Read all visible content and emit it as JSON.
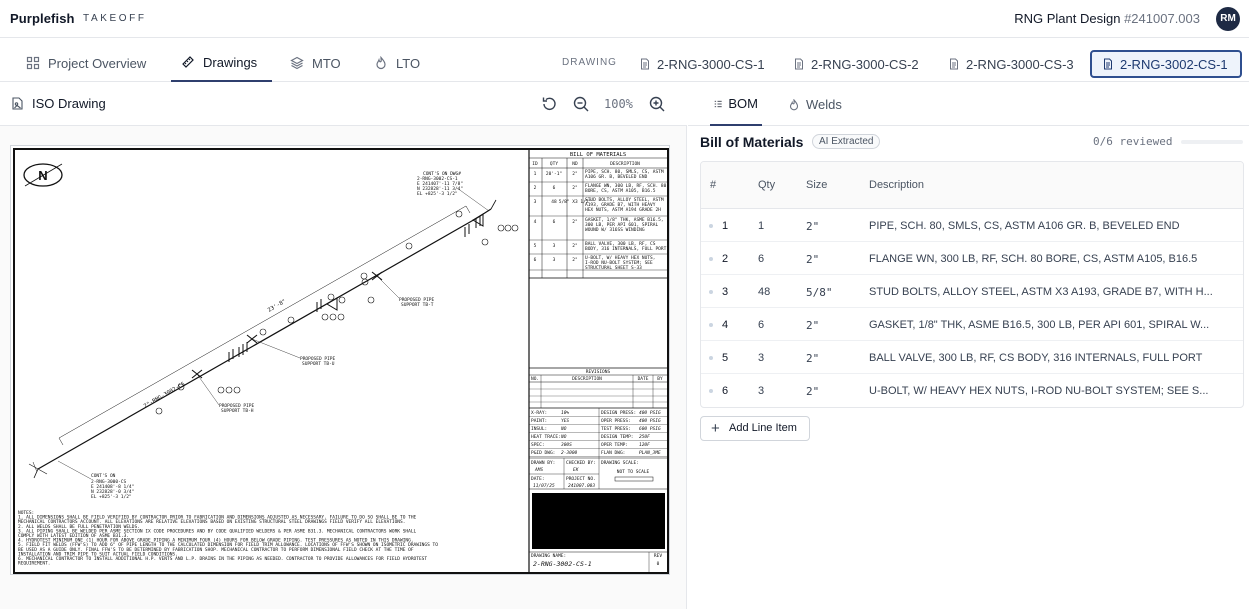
{
  "brand": {
    "name": "Purplefish",
    "product": "TAKEOFF"
  },
  "project": {
    "name": "RNG Plant Design",
    "number": "#241007.003"
  },
  "user": {
    "initials": "RM"
  },
  "nav": {
    "tabs": [
      {
        "label": "Project Overview",
        "icon": "grid-icon"
      },
      {
        "label": "Drawings",
        "icon": "ruler-icon"
      },
      {
        "label": "MTO",
        "icon": "layers-icon"
      },
      {
        "label": "LTO",
        "icon": "flame-icon"
      }
    ],
    "drawing_label": "DRAWING",
    "drawings": [
      "2-RNG-3000-CS-1",
      "2-RNG-3000-CS-2",
      "2-RNG-3000-CS-3",
      "2-RNG-3002-CS-1"
    ],
    "active_drawing": "2-RNG-3002-CS-1"
  },
  "viewer": {
    "title": "ISO Drawing",
    "zoom": "100%"
  },
  "iso": {
    "bom_header": "BILL OF MATERIALS",
    "cols": [
      "ID",
      "QTY",
      "ND",
      "DESCRIPTION"
    ],
    "rows": [
      {
        "id": "1",
        "qty": "20'-1\"",
        "nd": "2\"",
        "d1": "PIPE, SCH. 80, SMLS, CS, ASTM",
        "d2": "A106 GR. B, BEVELED END",
        "d3": ""
      },
      {
        "id": "2",
        "qty": "6",
        "nd": "2\"",
        "d1": "FLANGE WN, 300 LB, RF, SCH. 80",
        "d2": "BORE, CS, ASTM A105, B16.5",
        "d3": ""
      },
      {
        "id": "3",
        "qty": "48",
        "nd": "5/8\" X3 1/2\"",
        "d1": "STUD BOLTS, ALLOY STEEL, ASTM",
        "d2": "A193, GRADE B7, WITH HEAVY",
        "d3": "HEX NUTS, ASTM A194 GRADE 2H"
      },
      {
        "id": "4",
        "qty": "6",
        "nd": "2\"",
        "d1": "GASKET, 1/8\" THK, ASME B16.5,",
        "d2": "300 LB, PER API 601, SPIRAL",
        "d3": "WOUND W/ 316SS WINDING"
      },
      {
        "id": "5",
        "qty": "3",
        "nd": "2\"",
        "d1": "BALL VALVE, 300 LB, RF, CS",
        "d2": "BODY, 316 INTERNALS, FULL PORT",
        "d3": ""
      },
      {
        "id": "6",
        "qty": "3",
        "nd": "2\"",
        "d1": "U-BOLT, W/ HEAVY HEX NUTS,",
        "d2": "I-ROD NU-BOLT SYSTEM; SEE",
        "d3": "STRUCTURAL SHEET S-33"
      }
    ],
    "revisions": "REVISIONS",
    "rev_cols": [
      "NO.",
      "DESCRIPTION",
      "DATE",
      "BY"
    ],
    "info": [
      {
        "l": "X-RAY:",
        "v": "10%",
        "r": "DESIGN PRESS:",
        "rv": "400 PSIG"
      },
      {
        "l": "PAINT:",
        "v": "YES",
        "r": "OPER PRESS:",
        "rv": "400 PSIG"
      },
      {
        "l": "INSUL:",
        "v": "NO",
        "r": "TEST PRESS:",
        "rv": "600 PSIG"
      },
      {
        "l": "HEAT TRACE:",
        "v": "NO",
        "r": "DESIGN TEMP:",
        "rv": "250F"
      },
      {
        "l": "SPEC:",
        "v": "300S",
        "r": "OPER TEMP:",
        "rv": "120F"
      },
      {
        "l": "P&ID DWG:",
        "v": "2-3000",
        "r": "FLAN DWG:",
        "rv": "PLAN_3ME"
      }
    ],
    "drawn_by": "DRAWN BY:",
    "drawn_by_v": "AMS",
    "checked_by": "CHECKED BY:",
    "checked_by_v": "EK",
    "scale": "DRAWING SCALE:",
    "scale_v": "NOT TO SCALE",
    "date": "DATE:",
    "date_v": "11/07/25",
    "project_no": "PROJECT NO.",
    "project_no_v": "241007.003",
    "drawing_name": "DRAWING NAME:",
    "drawing_name_v": "2-RNG-3002-CS-1",
    "rev": "REV",
    "rev_v": "0",
    "north": "N",
    "callout_top": [
      "CONT'S ON DWG#",
      "2-RNG-3002-CS-1",
      "E 241407'-11 7/8\"",
      "N 232828'-11 3/4\"",
      "EL +825'-3 1/2\""
    ],
    "callout_bottom": [
      "CONT'S ON",
      "2-RNG-3000-CS",
      "E 241408'-8 1/4\"",
      "N 232828'-0 3/4\"",
      "EL +825'-3 1/2\""
    ],
    "support1": [
      "PROPOSED PIPE",
      "SUPPORT TB-T"
    ],
    "support2": [
      "PROPOSED PIPE",
      "SUPPORT TB-U"
    ],
    "support3": [
      "PROPOSED PIPE",
      "SUPPORT TB-H"
    ],
    "line_label": "2\"-RNG-3002-CS",
    "dim_label": "23'-8\"",
    "notes": [
      "NOTES:",
      "1. ALL DIMENSIONS SHALL BE FIELD VERIFIED BY CONTRACTOR PRIOR TO FABRICATION AND DIMENSIONS ADJUSTED AS NECESSARY.  FAILURE TO DO SO SHALL BE TO THE",
      "MECHANICAL CONTRACTORS ACCOUNT. ALL ELEVATIONS ARE RELATIVE ELEVATIONS BASED ON EXISTING STRUCTURAL STEEL DRAWINGS FIELD VERIFY ALL ELEVATIONS.",
      "2. ALL WELDS SHALL BE FULL PENETRATION WELDS.",
      "3. ALL PIPING SHALL BE WELDED PER ASME SECTION IX CODE PROCEDURES AND BY CODE QUALIFIED WELDERS & PER ASME B31.3. MECHANICAL CONTRACTORS WORK SHALL",
      "COMPLY WITH LATEST EDITION OF ASME B31.3.",
      "4. HYDROTEST MINIMUM ONE (1) HOUR FOR ABOVE GRADE PIPING A MINIMUM FOUR (4) HOURS FOR BELOW GRADE PIPING. TEST PRESSURES AS NOTED IN THIS DRAWING.",
      "5. FIELD FIT WELDS (FFW'S) TO ADD 6\" OF PIPE LENGTH TO THE CALCULATED DIMENSION FOR FIELD TRIM ALLOWANCE. LOCATIONS OF FFW'S SHOWN ON ISOMETRIC DRAWINGS TO",
      "BE USED AS A GUIDE ONLY. FINAL FFW'S TO BE DETERMINED BY FABRICATION SHOP. MECHANICAL CONTRACTOR TO PERFORM DIMENSIONAL FIELD CHECK AT THE TIME OF",
      "INSTALLATION AND TRIM PIPE TO SUIT ACTUAL FIELD CONDITIONS.",
      "6. MECHANICAL CONTRACTOR TO INSTALL ADDITIONAL H.P. VENTS AND L.P. DRAINS IN THE PIPING AS NEEDED. CONTRACTOR TO PROVIDE ALLOWANCES FOR FIELD HYDROTEST",
      "REQUIREMENT."
    ]
  },
  "panel": {
    "tabs": [
      {
        "label": "BOM",
        "icon": "list-icon"
      },
      {
        "label": "Welds",
        "icon": "flame-icon"
      }
    ],
    "title": "Bill of Materials",
    "badge": "AI Extracted",
    "reviewed": "0/6 reviewed",
    "reviewed_fraction": 0,
    "columns": [
      "#",
      "Qty",
      "Size",
      "Description"
    ],
    "items": [
      {
        "num": "1",
        "qty": "1",
        "size": "2\"",
        "desc": "PIPE, SCH. 80, SMLS, CS, ASTM A106 GR. B, BEVELED END"
      },
      {
        "num": "2",
        "qty": "6",
        "size": "2\"",
        "desc": "FLANGE WN, 300 LB, RF, SCH. 80 BORE, CS, ASTM A105, B16.5"
      },
      {
        "num": "3",
        "qty": "48",
        "size": "5/8\"",
        "desc": "STUD BOLTS, ALLOY STEEL, ASTM X3 A193, GRADE B7, WITH H..."
      },
      {
        "num": "4",
        "qty": "6",
        "size": "2\"",
        "desc": "GASKET, 1/8\" THK, ASME B16.5, 300 LB, PER API 601, SPIRAL W..."
      },
      {
        "num": "5",
        "qty": "3",
        "size": "2\"",
        "desc": "BALL VALVE, 300 LB, RF, CS BODY, 316 INTERNALS, FULL PORT"
      },
      {
        "num": "6",
        "qty": "3",
        "size": "2\"",
        "desc": "U-BOLT, W/ HEAVY HEX NUTS, I-ROD NU-BOLT SYSTEM; SEE S..."
      }
    ],
    "add_label": "Add Line Item"
  },
  "colors": {
    "accent": "#2f4f8f",
    "active_tab_border": "#2f3f6e",
    "avatar": "#1e2a44"
  }
}
